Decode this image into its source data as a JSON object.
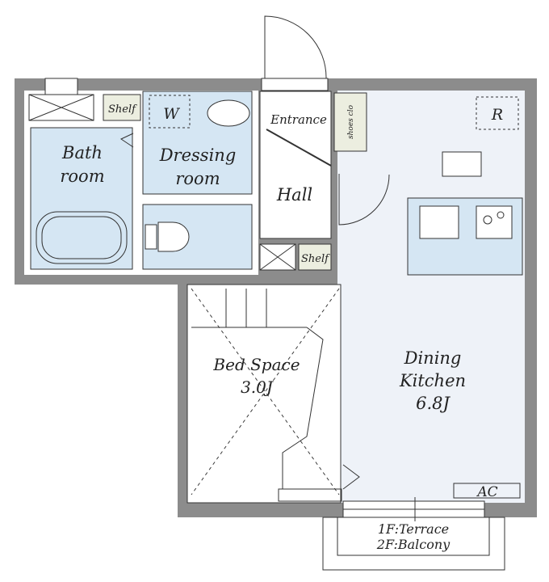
{
  "rooms": {
    "bath": [
      "Bath",
      "room"
    ],
    "dressing": [
      "Dressing",
      "room"
    ],
    "hall": "Hall",
    "entrance": "Entrance",
    "bed_space": [
      "Bed Space",
      "3.0J"
    ],
    "dining_kitchen": [
      "Dining",
      "Kitchen",
      "6.8J"
    ]
  },
  "fixtures": {
    "shelf_top": "Shelf",
    "shelf_hall": "Shelf",
    "washer": "W",
    "fridge": "R",
    "ac": "AC",
    "shoe_closet": "shoes clo"
  },
  "outdoor": [
    "1F:Terrace",
    "2F:Balcony"
  ],
  "colors": {
    "wall": "#8c8c8c",
    "wet": "#d5e6f3",
    "floor": "#eef2f8"
  }
}
